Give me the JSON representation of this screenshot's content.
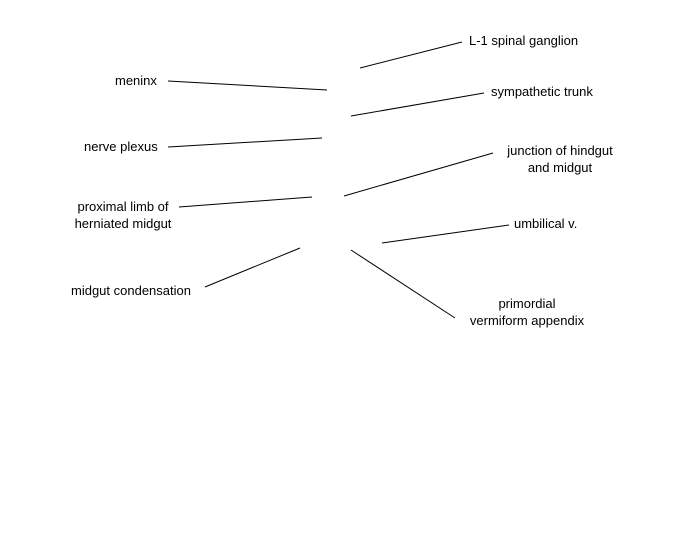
{
  "labels": {
    "meninx": "meninx",
    "nerve_plexus": "nerve plexus",
    "proximal_limb": [
      "proximal limb of",
      "herniated midgut"
    ],
    "midgut_condensation": "midgut condensation",
    "spinal_ganglion": "L-1 spinal ganglion",
    "sympathetic_trunk": "sympathetic trunk",
    "junction": [
      "junction of hindgut",
      "and midgut"
    ],
    "umbilical_vein": "umbilical v.",
    "appendix": [
      "primordial",
      "vermiform appendix"
    ]
  },
  "colors": {
    "text": "#000000",
    "line": "#000000",
    "background": "#ffffff"
  }
}
